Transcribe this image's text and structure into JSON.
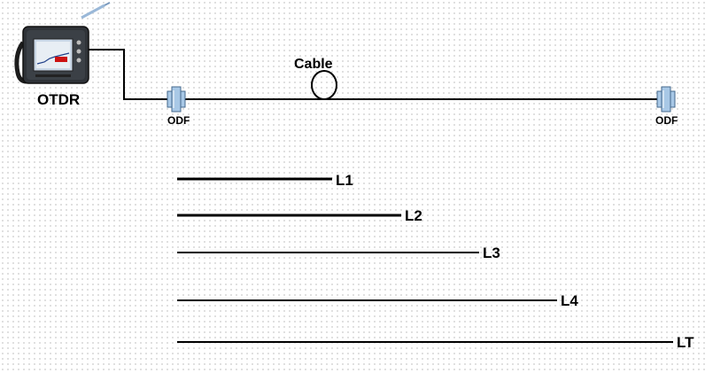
{
  "diagram": {
    "device_label": "OTDR",
    "cable_label": "Cable",
    "connector_left_label": "ODF",
    "connector_right_label": "ODF",
    "lengths": [
      {
        "label": "L1"
      },
      {
        "label": "L2"
      },
      {
        "label": "L3"
      },
      {
        "label": "L4"
      },
      {
        "label": "LT"
      }
    ],
    "icons": {
      "device": "otdr-device-icon",
      "connector": "odf-connector-icon",
      "cable_coil": "cable-coil-icon"
    }
  }
}
